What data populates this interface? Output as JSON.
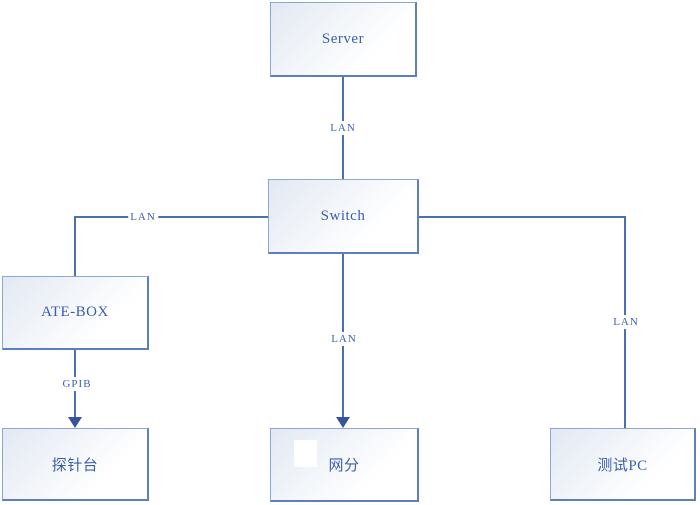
{
  "diagram": {
    "type": "network-topology",
    "colors": {
      "line": "#4a6fb6",
      "arrowhead": "#35539f",
      "box_border": "#8ba6d9",
      "box_border_shadow": "#5b7fc2",
      "box_fill_top": "#e2e8f3",
      "box_fill_bottom": "#ffffff",
      "text": "#3a5fae",
      "background": "#ffffff"
    },
    "nodes": [
      {
        "id": "server",
        "label": "Server"
      },
      {
        "id": "switch",
        "label": "Switch"
      },
      {
        "id": "ate-box",
        "label": "ATE-BOX"
      },
      {
        "id": "probe-station",
        "label": "探针台"
      },
      {
        "id": "network-analyzer",
        "label": "网分"
      },
      {
        "id": "test-pc",
        "label": "测试PC"
      }
    ],
    "edges": [
      {
        "from": "Server",
        "to": "Switch",
        "label": "LAN",
        "arrowhead": "none"
      },
      {
        "from": "Switch",
        "to": "ATE-BOX",
        "label": "LAN",
        "arrowhead": "none"
      },
      {
        "from": "ATE-BOX",
        "to": "探针台",
        "label": "GPIB",
        "arrowhead": "down"
      },
      {
        "from": "Switch",
        "to": "网分",
        "label": "LAN",
        "arrowhead": "down"
      },
      {
        "from": "Switch",
        "to": "测试PC",
        "label": "LAN",
        "arrowhead": "none"
      }
    ]
  }
}
